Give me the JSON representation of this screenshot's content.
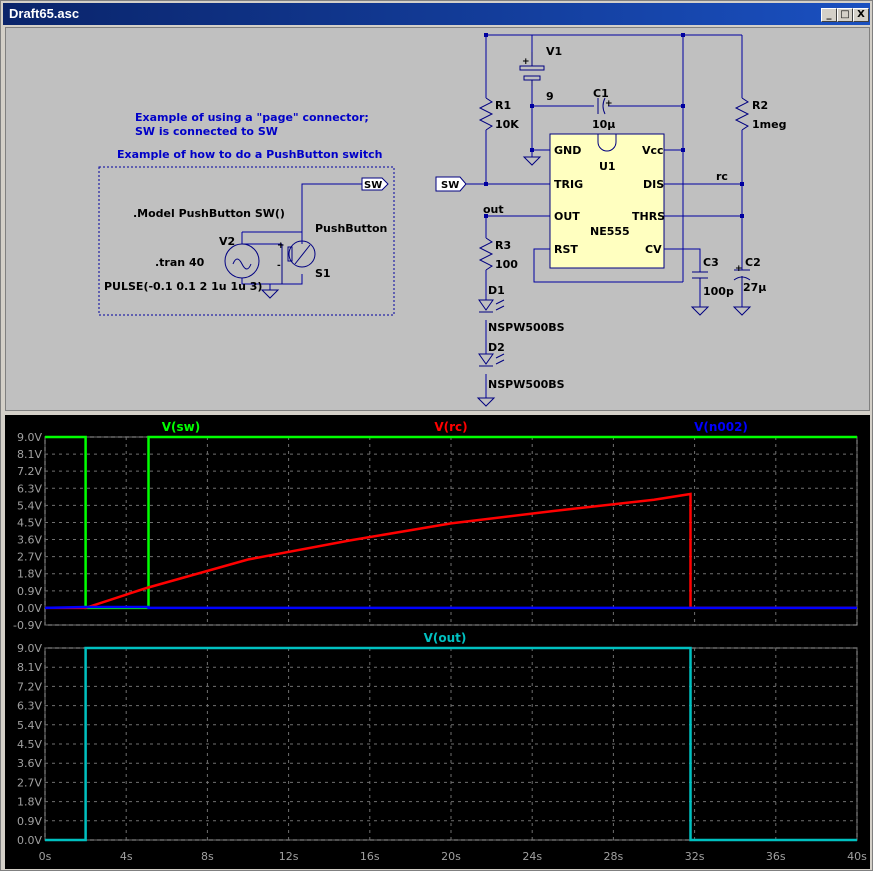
{
  "window": {
    "title": "Draft65.asc",
    "buttons": [
      "_",
      "□",
      "X"
    ]
  },
  "schematic": {
    "note1_line1": "Example of using a \"page\" connector;",
    "note1_line2": "SW is connected to SW",
    "note2": "Example of how to do a PushButton switch",
    "model": ".Model PushButton SW()",
    "tran": ".tran 40",
    "pulse": "PULSE(-0.1 0.1 2 1u 1u 3)",
    "v2_label": "V2",
    "pushbutton_label": "PushButton",
    "s1_label": "S1",
    "sw_flag_box": "SW",
    "sw_flag_trig": "SW",
    "v1_label": "V1",
    "v1_value": "9",
    "c1_label": "C1",
    "c1_value": "10µ",
    "r1_label": "R1",
    "r1_value": "10K",
    "r2_label": "R2",
    "r2_value": "1meg",
    "r3_label": "R3",
    "r3_value": "100",
    "c2_label": "C2",
    "c2_value": "27µ",
    "c3_label": "C3",
    "c3_value": "100p",
    "d1_label": "D1",
    "d1_value": "NSPW500BS",
    "d2_label": "D2",
    "d2_value": "NSPW500BS",
    "u1_label": "U1",
    "u1_part": "NE555",
    "pins": {
      "gnd": "GND",
      "vcc": "Vcc",
      "trig": "TRIG",
      "dis": "DIS",
      "out": "OUT",
      "thrs": "THRS",
      "rst": "RST",
      "cv": "CV"
    },
    "net_out": "out",
    "net_rc": "rc",
    "plus": "+",
    "minus": "-"
  },
  "colors": {
    "sw": "#00ff00",
    "rc": "#ff0000",
    "n002": "#0000ff",
    "out": "#00c0c0",
    "wire": "#0000a0",
    "note": "#0000c8",
    "chip": "#ffffc0"
  },
  "chart_data": [
    {
      "type": "line",
      "title": "",
      "xlabel": "",
      "ylabel": "",
      "xlim": [
        0,
        40
      ],
      "ylim": [
        -0.9,
        9.0
      ],
      "yticks": [
        "9.0V",
        "8.1V",
        "7.2V",
        "6.3V",
        "5.4V",
        "4.5V",
        "3.6V",
        "2.7V",
        "1.8V",
        "0.9V",
        "0.0V",
        "-0.9V"
      ],
      "grid": true,
      "legend": "top",
      "series": [
        {
          "name": "V(sw)",
          "color": "#00ff00",
          "x": [
            0,
            2,
            2,
            5.1,
            5.1,
            40
          ],
          "y": [
            9,
            9,
            0,
            0,
            9,
            9
          ]
        },
        {
          "name": "V(rc)",
          "color": "#ff0000",
          "x": [
            0,
            2,
            5,
            10,
            15,
            20,
            25,
            30,
            31.8,
            31.8,
            40
          ],
          "y": [
            0,
            0,
            1.05,
            2.55,
            3.55,
            4.45,
            5.1,
            5.7,
            6.0,
            0,
            0
          ]
        },
        {
          "name": "V(n002)",
          "color": "#0000ff",
          "x": [
            0,
            2,
            5.1,
            5.1,
            40
          ],
          "y": [
            0,
            0.05,
            0.05,
            0,
            0
          ]
        }
      ]
    },
    {
      "type": "line",
      "title": "",
      "xlabel": "",
      "ylabel": "",
      "xlim": [
        0,
        40
      ],
      "ylim": [
        0,
        9.0
      ],
      "yticks": [
        "9.0V",
        "8.1V",
        "7.2V",
        "6.3V",
        "5.4V",
        "4.5V",
        "3.6V",
        "2.7V",
        "1.8V",
        "0.9V",
        "0.0V"
      ],
      "xticks": [
        "0s",
        "4s",
        "8s",
        "12s",
        "16s",
        "20s",
        "24s",
        "28s",
        "32s",
        "36s",
        "40s"
      ],
      "grid": true,
      "legend": "top",
      "series": [
        {
          "name": "V(out)",
          "color": "#00c0c0",
          "x": [
            0,
            2,
            2,
            31.8,
            31.8,
            40
          ],
          "y": [
            0,
            0,
            9,
            9,
            0,
            0
          ]
        }
      ]
    }
  ]
}
